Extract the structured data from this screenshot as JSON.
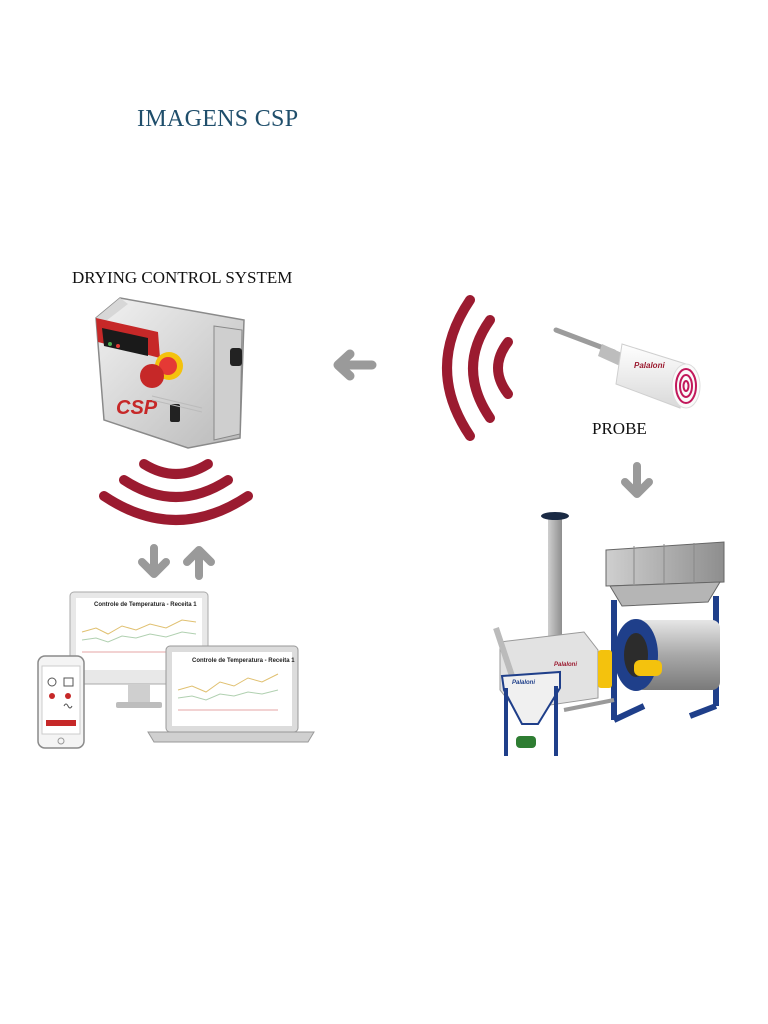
{
  "page": {
    "title": "IMAGENS CSP"
  },
  "labels": {
    "drying_control_system": "DRYING CONTROL SYSTEM",
    "probe": "PROBE"
  },
  "devices": {
    "screen_title_monitor": "Controle de Temperatura - Receita 1",
    "screen_title_laptop": "Controle de Temperatura - Receita 1",
    "control_box_brand": "CSP",
    "probe_brand": "Palaloni",
    "dryer_brand": "Palaloni"
  },
  "colors": {
    "title": "#1f4e6b",
    "signal": "#9b1b30",
    "arrow": "#9a9a9a"
  },
  "icons": [
    "signal-waves-icon",
    "arrow-left-icon",
    "arrow-down-icon",
    "arrow-up-icon"
  ]
}
